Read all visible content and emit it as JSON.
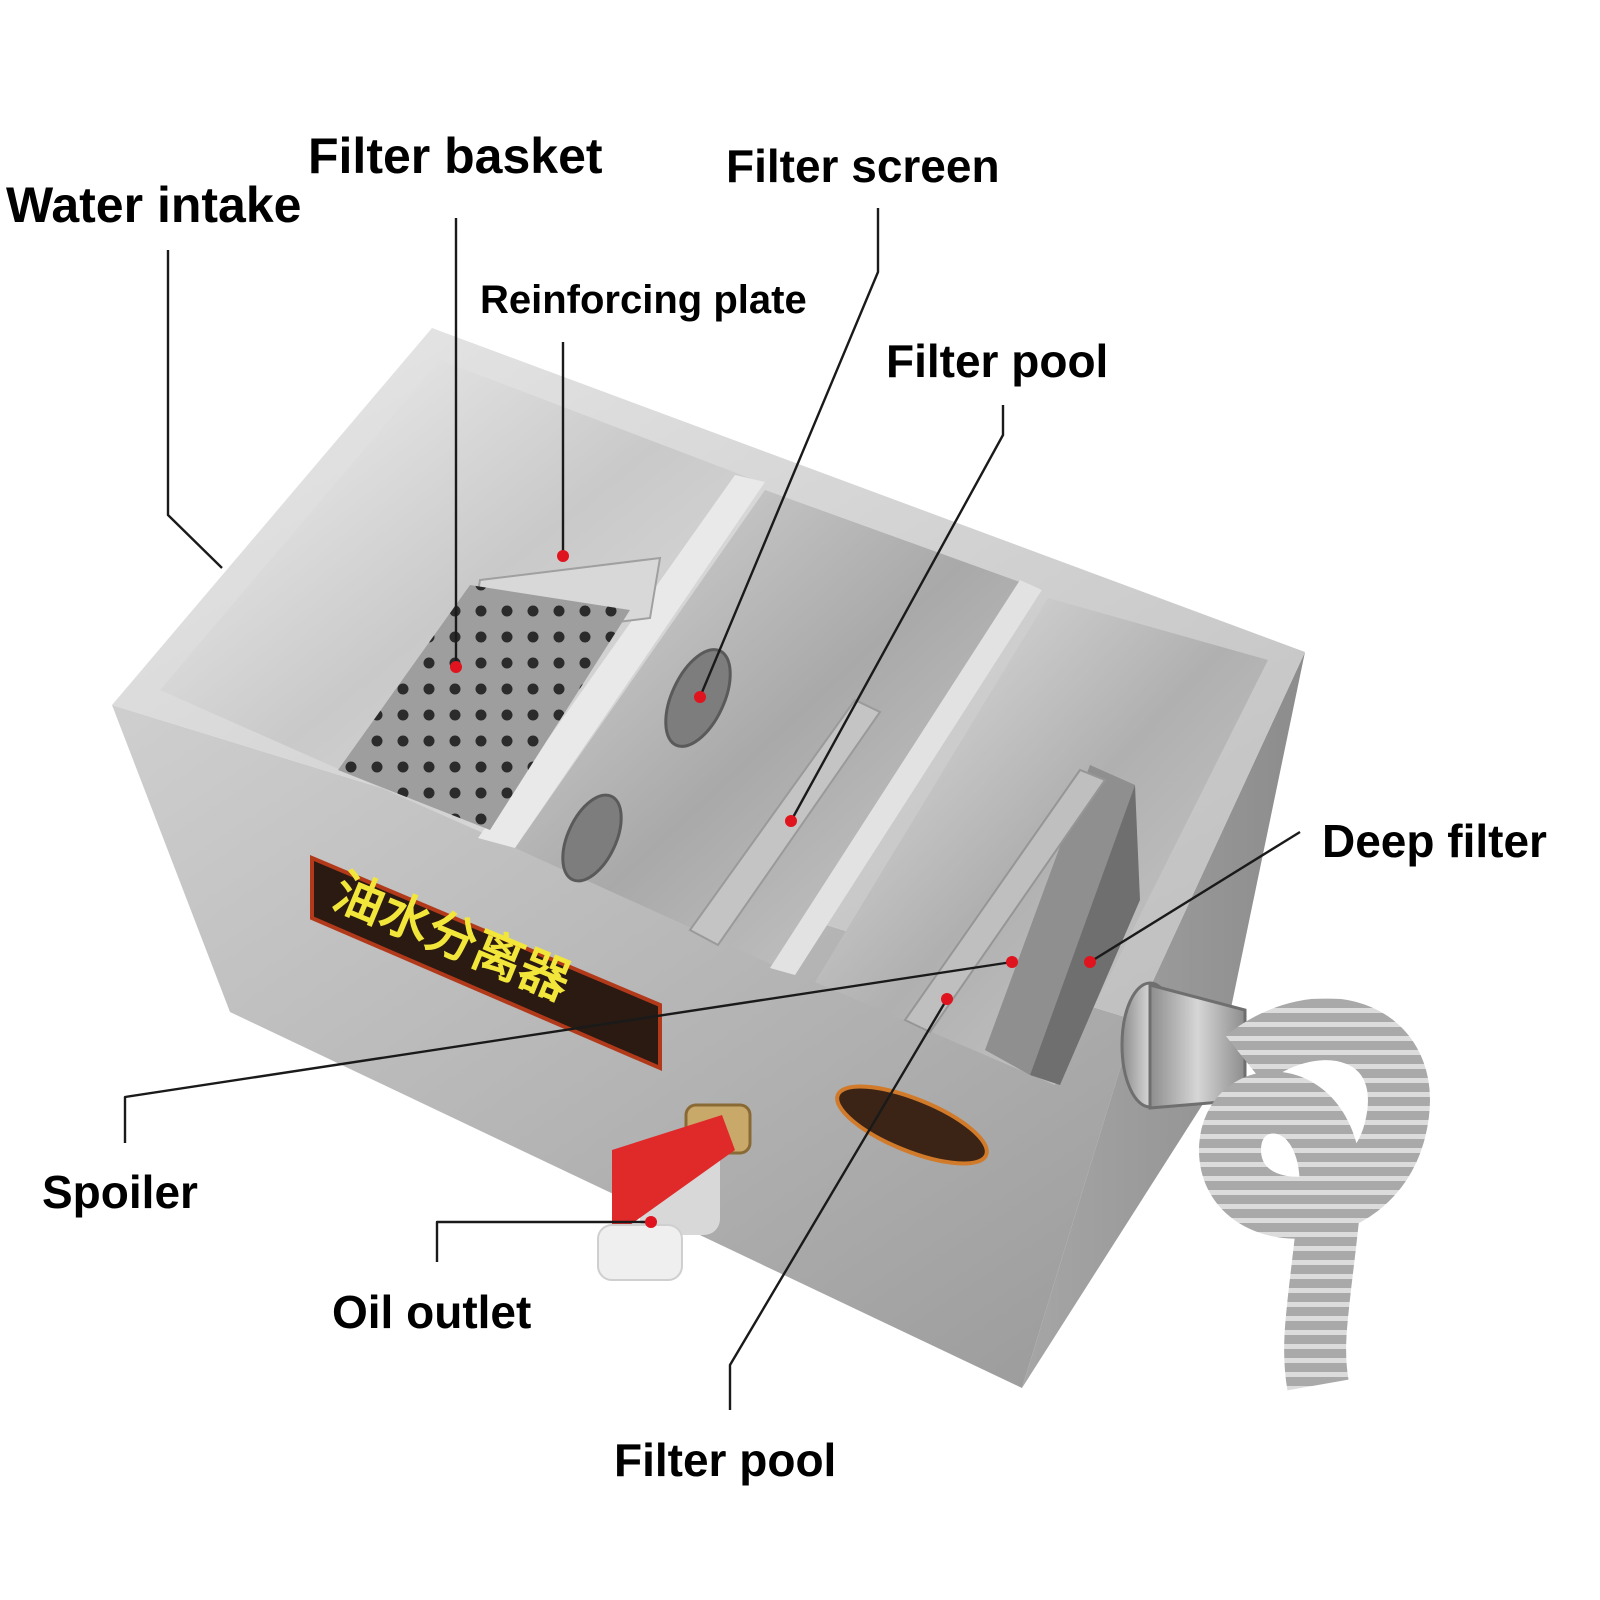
{
  "labels": {
    "water_intake": "Water intake",
    "filter_basket": "Filter basket",
    "filter_screen": "Filter screen",
    "reinforcing_plate": "Reinforcing plate",
    "filter_pool_top": "Filter pool",
    "deep_filter": "Deep filter",
    "spoiler": "Spoiler",
    "oil_outlet": "Oil outlet",
    "filter_pool_bottom": "Filter pool"
  },
  "product_sign": {
    "text": "油水分离器"
  },
  "colors": {
    "leader_line": "#1a1a1a",
    "marker_dot": "#e0141e",
    "steel": "#b8b8b8",
    "sign_background": "#2a1a12",
    "sign_text": "#f2e63a",
    "valve_handle": "#e02a2a"
  },
  "icons": {
    "marker": "red-dot-icon"
  }
}
